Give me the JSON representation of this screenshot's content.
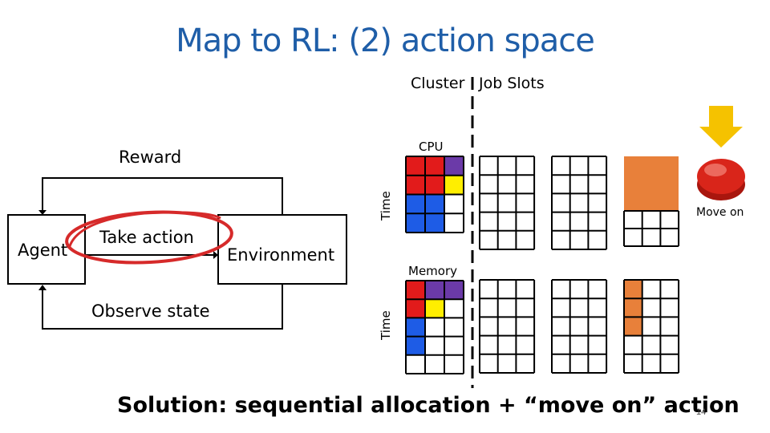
{
  "slide": {
    "title": "Map to RL: (2) action space",
    "solution_text": "Solution: sequential allocation + “move on” action",
    "slide_number": "14"
  },
  "rl_loop": {
    "agent_label": "Agent",
    "environment_label": "Environment",
    "reward_label": "Reward",
    "take_action_label": "Take action",
    "observe_state_label": "Observe state",
    "highlight_color": "#d62a2a"
  },
  "cluster_panel": {
    "cluster_label": "Cluster",
    "job_slots_label": "Job Slots",
    "cpu_label": "CPU",
    "memory_label": "Memory",
    "time_label_top": "Time",
    "time_label_bottom": "Time",
    "move_on_label": "Move on",
    "colors": {
      "red": "#e21b1b",
      "purple": "#6b3aa8",
      "yellow": "#ffee00",
      "blue": "#1e5ce6",
      "orange": "#e8803a",
      "arrow": "#f5c200",
      "button": "#d9251a"
    }
  }
}
